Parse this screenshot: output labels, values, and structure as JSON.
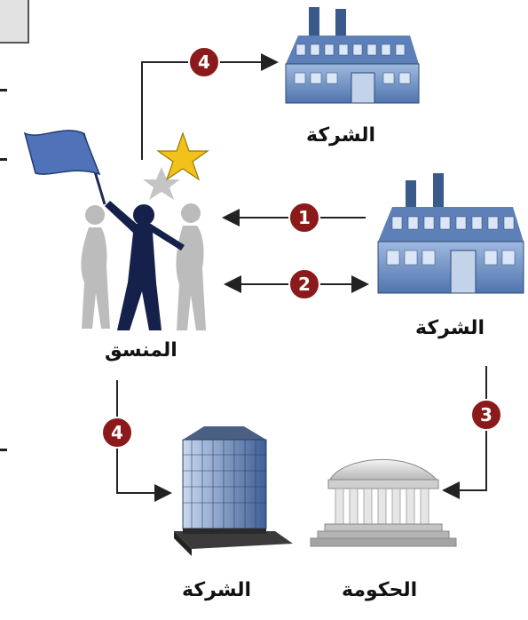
{
  "labels": {
    "coordinator": "المنسق",
    "company_top": "الشركة",
    "company_right": "الشركة",
    "company_bottom": "الشركة",
    "government": "الحكومة"
  },
  "steps": {
    "top": "4",
    "arrow_1": "1",
    "arrow_2": "2",
    "arrow_3": "3",
    "bottom_left": "4"
  },
  "colors": {
    "badge": "#8b1a1a",
    "building": "#6f93c8",
    "arrow": "#222222"
  }
}
